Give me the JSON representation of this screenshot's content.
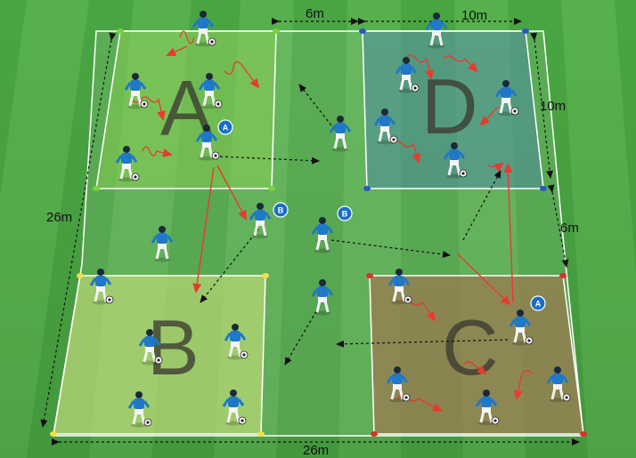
{
  "measurements": {
    "top_gap": "6m",
    "top_width": "10m",
    "right_height": "10m",
    "right_gap": "6m",
    "left_height": "26m",
    "bottom_width": "26m"
  },
  "zones": [
    {
      "letter": "A",
      "color": "#8fd14f"
    },
    {
      "letter": "B",
      "color": "#c9e07a"
    },
    {
      "letter": "C",
      "color": "#a07850"
    },
    {
      "letter": "D",
      "color": "#4f8aa0"
    }
  ],
  "badges": {
    "a1": "A",
    "a2": "A",
    "b1": "B",
    "b2": "B"
  },
  "colors": {
    "grass_dark": "#3f9a3a",
    "grass_light": "#58b34e",
    "player_kit": "#1f78c8",
    "dribble": "#e83a2e",
    "pass_line": "#111111",
    "badge": "#1a6fc4"
  }
}
